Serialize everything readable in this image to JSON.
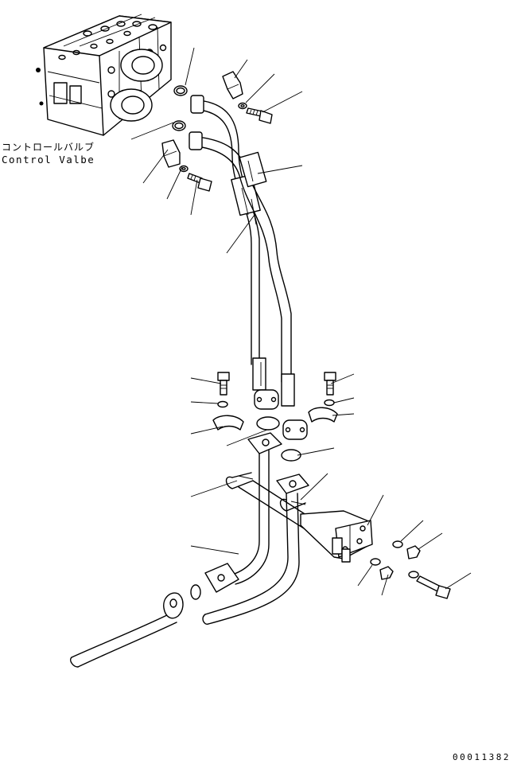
{
  "labels": {
    "control_valve_jp": "コントロールバルブ",
    "control_valve_en": "Control Valbe"
  },
  "drawing_number": "00011382",
  "colors": {
    "line": "#000000",
    "background": "#ffffff"
  }
}
